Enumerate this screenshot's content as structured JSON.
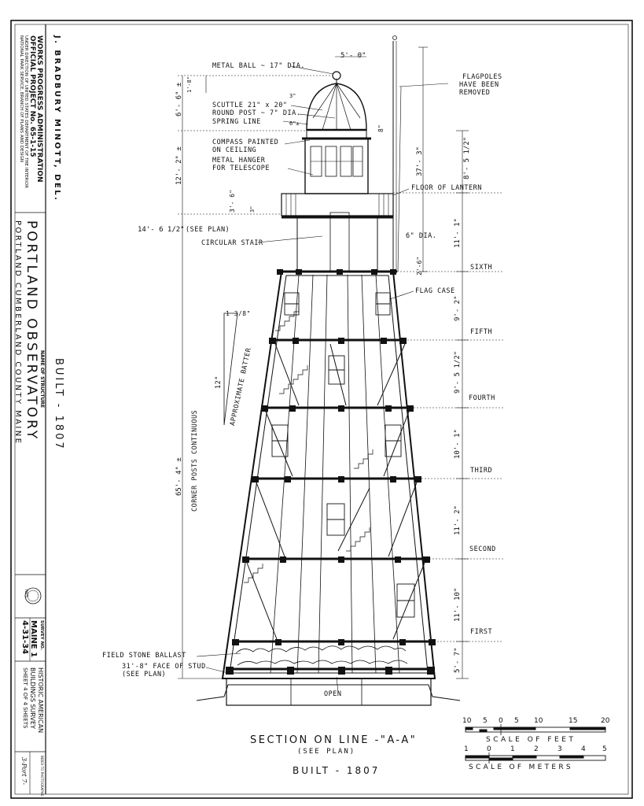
{
  "title_block": {
    "delineator": "J. BRADBURY MINOTT, DEL.",
    "agency": "WORKS PROGRESS ADMINISTRATION",
    "project": "OFFICIAL PROJECT No. 65-1-15",
    "supervision_1": "UNDER DIRECTION OF UNITED STATES DEPARTMENT OF THE INTERIOR",
    "supervision_2": "NATIONAL PARK SERVICE, BRANCH OF PLANS AND DESIGN",
    "built": "BUILT - 1807",
    "name_caption": "NAME OF STRUCTURE",
    "structure_name": "PORTLAND OBSERVATORY",
    "location": "PORTLAND   CUMBERLAND   COUNTY   MAINE",
    "survey_caption": "SURVEY NO.",
    "survey_no": "MAINE 1",
    "date": "4-31-34",
    "habs_1": "HISTORIC AMERICAN",
    "habs_2": "BUILDINGS SURVEY",
    "sheet": "SHEET 4 OF 4 SHEETS",
    "index_caption": "INDEX TO PHOTOGRAPHS",
    "handwritten_ref": "3-Port 7-"
  },
  "drawing": {
    "section_title": "SECTION ON LINE -\"A-A\"",
    "see_plan": "(SEE PLAN)",
    "built_caption": "BUILT - 1807"
  },
  "annotations": {
    "metal_ball": "METAL BALL ~ 17\" DIA.",
    "flagpoles_1": "FLAGPOLES",
    "flagpoles_2": "HAVE BEEN",
    "flagpoles_3": "REMOVED",
    "scuttle": "SCUTTLE  21\" x 20\"",
    "round_post": "ROUND POST ~ 7\" DIA.",
    "spring_line": "SPRING LINE",
    "compass_1": "COMPASS PAINTED",
    "compass_2": "ON CEILING",
    "hanger_1": "METAL HANGER",
    "hanger_2": "FOR TELESCOPE",
    "floor_lantern": "FLOOR OF LANTERN",
    "see_plan_small": "(SEE PLAN)",
    "circular_stair": "CIRCULAR STAIR",
    "six_dia": "6\" DIA.",
    "flag_case": "FLAG CASE",
    "approx_batter": "APPROXIMATE BATTER",
    "batter_run": "1 3/8\"",
    "batter_rise": "12\"",
    "corner_posts": "CORNER   POSTS   CONTINUOUS",
    "field_stone": "FIELD STONE BALLAST",
    "face_of_stud_1": "31'-8\" FACE OF STUD",
    "face_of_stud_2": "(SEE PLAN)",
    "open": "OPEN"
  },
  "dimensions": {
    "top_width": "5'- 0\"",
    "dome_height": "6'- 6\" ±",
    "ball_height": "1'-8\"",
    "small_3": "3\"",
    "spring_6": "6\"±",
    "eight": "8\"",
    "lantern_height": "12'- 2\" ±",
    "lantern_floor_to_top": "8'- 5 1/2\"",
    "flagpole_height": "37'- 3\"",
    "rail_height": "3'- 6\"",
    "rail_3": "3\"",
    "deck_level": "14'- 6 1/2\"",
    "total_height": "65'- 4\" ±",
    "flag_2_6": "2'-6\"",
    "story_6": "11'- 1\"",
    "story_5": "9'- 2\"",
    "story_4": "9'- 5 1/2\"",
    "story_3": "10'- 1\"",
    "story_2": "11'- 2\"",
    "story_1": "11'- 10\"",
    "story_base": "5'- 7\""
  },
  "floors": {
    "sixth": "SIXTH",
    "fifth": "FIFTH",
    "fourth": "FOURTH",
    "third": "THIRD",
    "second": "SECOND",
    "first": "FIRST"
  },
  "scales": {
    "feet_ticks": [
      "10",
      "5",
      "0",
      "5",
      "10",
      "15",
      "20"
    ],
    "feet_title": "SCALE  OF  FEET",
    "meters_ticks": [
      "1",
      "0",
      "1",
      "2",
      "3",
      "4",
      "5"
    ],
    "meters_title": "SCALE  OF  METERS"
  },
  "seal": "NPS"
}
